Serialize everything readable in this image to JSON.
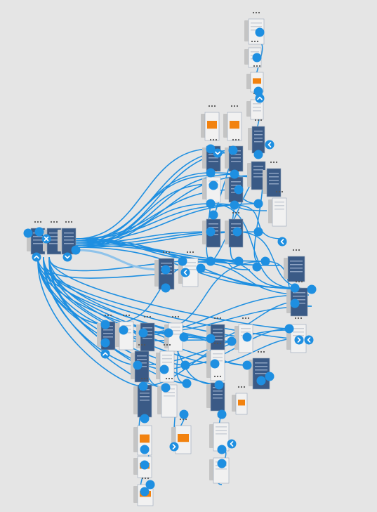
{
  "canvas": {
    "background": "#e5e5e5"
  },
  "colors": {
    "connector": "#1e8fe1",
    "connector_faded": "#8fc3ea",
    "screen_dark": "#3a5a86",
    "screen_light": "#f1f1f1",
    "accent_orange": "#f2820f",
    "frame_grey": "#c4c4c4"
  },
  "icons": {
    "node": "blue-circle-connector-icon",
    "chevron_left": "chevron-left-icon",
    "chevron_right": "chevron-right-icon",
    "chevron_up": "chevron-up-icon",
    "chevron_down": "chevron-down-icon",
    "close": "close-x-icon",
    "screen_menu": "ellipsis-menu-icon"
  },
  "screen_thumbnails": [
    {
      "id": "s-home-1",
      "variant": "dark"
    },
    {
      "id": "s-home-2",
      "variant": "dark"
    },
    {
      "id": "s-home-3",
      "variant": "dark"
    },
    {
      "id": "s-right-top",
      "variant": "light"
    },
    {
      "id": "s-right-2",
      "variant": "light"
    },
    {
      "id": "s-right-3",
      "variant": "orange"
    },
    {
      "id": "s-right-4",
      "variant": "light"
    },
    {
      "id": "s-right-5",
      "variant": "dark"
    },
    {
      "id": "s-right-6",
      "variant": "orange"
    },
    {
      "id": "s-right-7",
      "variant": "orange"
    },
    {
      "id": "s-right-8",
      "variant": "dark"
    },
    {
      "id": "s-right-9",
      "variant": "dark"
    },
    {
      "id": "s-right-10",
      "variant": "dark"
    },
    {
      "id": "s-right-11",
      "variant": "dark"
    },
    {
      "id": "s-right-12",
      "variant": "light"
    },
    {
      "id": "s-right-13",
      "variant": "dark"
    },
    {
      "id": "s-right-14",
      "variant": "light"
    },
    {
      "id": "s-right-15",
      "variant": "dark"
    },
    {
      "id": "s-right-16",
      "variant": "dark"
    },
    {
      "id": "s-mid-1",
      "variant": "dark"
    },
    {
      "id": "s-mid-2",
      "variant": "light"
    },
    {
      "id": "s-far-right-1",
      "variant": "dark"
    },
    {
      "id": "s-far-right-2",
      "variant": "dark"
    },
    {
      "id": "s-far-right-3",
      "variant": "light"
    },
    {
      "id": "s-low-1",
      "variant": "dark"
    },
    {
      "id": "s-low-2",
      "variant": "light"
    },
    {
      "id": "s-low-3",
      "variant": "dark"
    },
    {
      "id": "s-low-4",
      "variant": "light"
    },
    {
      "id": "s-low-5",
      "variant": "dark"
    },
    {
      "id": "s-low-6",
      "variant": "light"
    },
    {
      "id": "s-low-7",
      "variant": "dark"
    },
    {
      "id": "s-low-8",
      "variant": "light"
    },
    {
      "id": "s-low-9",
      "variant": "light"
    },
    {
      "id": "s-low-10",
      "variant": "dark"
    },
    {
      "id": "s-bottom-1",
      "variant": "dark"
    },
    {
      "id": "s-bottom-2",
      "variant": "light"
    },
    {
      "id": "s-bottom-3",
      "variant": "dark"
    },
    {
      "id": "s-bottom-4",
      "variant": "orange"
    },
    {
      "id": "s-bottom-5",
      "variant": "orange"
    },
    {
      "id": "s-bottom-6",
      "variant": "light"
    },
    {
      "id": "s-bottom-7",
      "variant": "orange"
    },
    {
      "id": "s-bottom-8",
      "variant": "light"
    },
    {
      "id": "s-bottom-9",
      "variant": "orange"
    },
    {
      "id": "s-bottom-10",
      "variant": "orange"
    }
  ]
}
